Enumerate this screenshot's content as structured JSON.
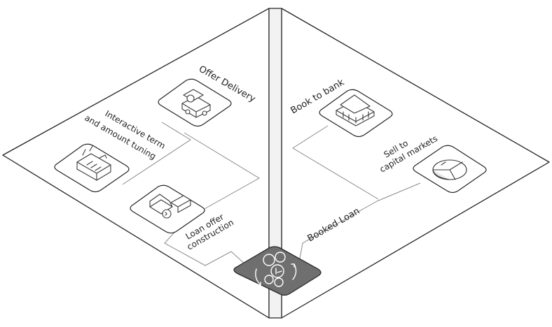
{
  "labels": {
    "offer_delivery": "Offer Delivery",
    "interactive_line1": "Interactive term",
    "interactive_line2": "and amount tuning",
    "loan_offer_line1": "Loan offer",
    "loan_offer_line2": "construction",
    "book_to_bank": "Book to bank",
    "sell_line1": "Sell to",
    "sell_line2": "capital markets",
    "booked_loan": "Booked Loan"
  },
  "icons": {
    "offer_delivery": "delivery-truck-icon",
    "interactive_tuning": "calculator-document-icon",
    "loan_offer": "house-money-icon",
    "book_to_bank": "bank-building-icon",
    "capital_markets": "pie-chart-icon",
    "hub": "gears-cycle-icon"
  },
  "colors": {
    "outline": "#3a3a3a",
    "hub_fill": "#6f6f6f",
    "connector": "#8a8a8a",
    "wall_shade": "#f2f2f2"
  }
}
